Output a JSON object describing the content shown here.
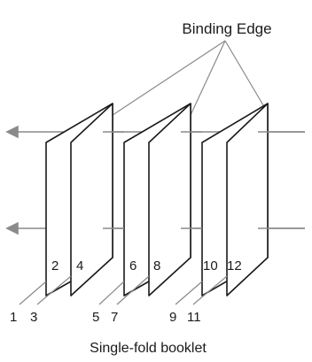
{
  "diagram": {
    "binding_label": "Binding Edge",
    "caption": "Single-fold booklet",
    "inner_page_numbers": [
      "2",
      "4",
      "6",
      "8",
      "10",
      "12"
    ],
    "outer_page_numbers": [
      "1",
      "3",
      "5",
      "7",
      "9",
      "11"
    ]
  }
}
